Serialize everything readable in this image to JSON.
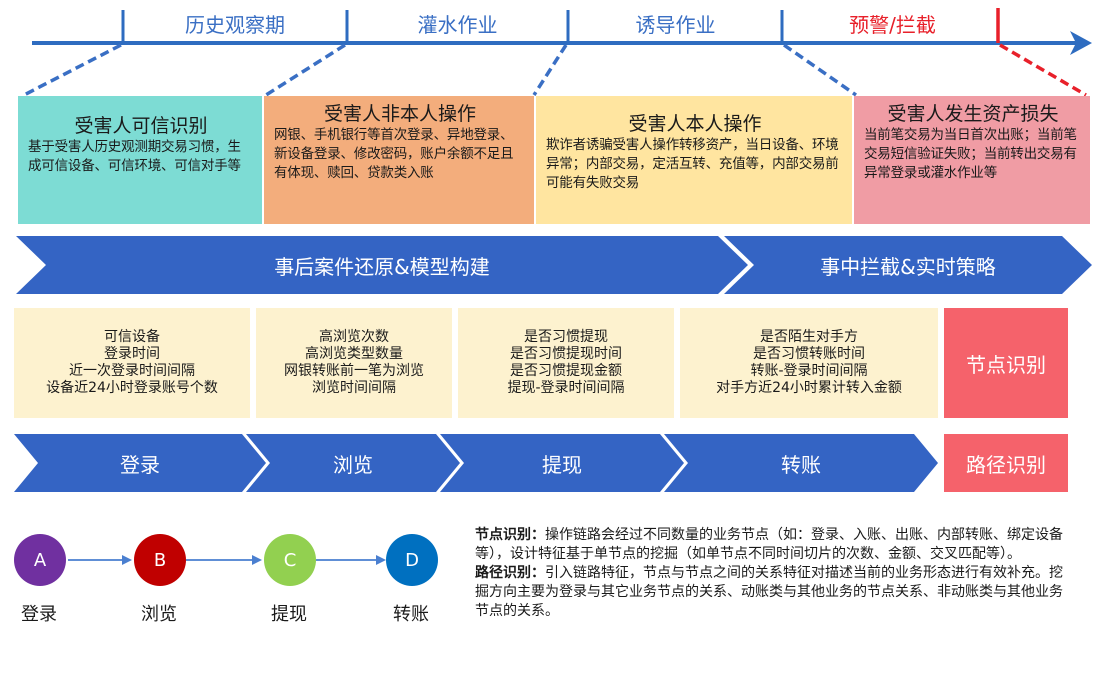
{
  "colors": {
    "timeline_blue": "#2e6cc0",
    "alert_red": "#e8202a",
    "chevron_blue": "#3464c4",
    "stage1_bg": "#7ddcd4",
    "stage2_bg": "#f3ad7c",
    "stage3_bg": "#ffe5a0",
    "stage4_bg": "#f09ca4",
    "feature_bg": "#fdf2cf",
    "red_box": "#f5626b"
  },
  "timeline": {
    "phases": [
      "历史观察期",
      "灌水作业",
      "诱导作业",
      "预警/拦截"
    ]
  },
  "stages": [
    {
      "title": "受害人可信识别",
      "desc": "基于受害人历史观测期交易习惯，生成可信设备、可信环境、可信对手等"
    },
    {
      "title": "受害人非本人操作",
      "desc": "网银、手机银行等首次登录、异地登录、新设备登录、修改密码，账户余额不足且有体现、赎回、贷款类入账"
    },
    {
      "title": "受害人本人操作",
      "desc": "欺诈者诱骗受害人操作转移资产，当日设备、环境异常；内部交易，定活互转、充值等，内部交易前可能有失败交易"
    },
    {
      "title": "受害人发生资产损失",
      "desc": "当前笔交易为当日首次出账；当前笔交易短信验证失败；当前转出交易有异常登录或灌水作业等"
    }
  ],
  "banners": {
    "left": "事后案件还原&模型构建",
    "right": "事中拦截&实时策略"
  },
  "features": [
    [
      "可信设备",
      "登录时间",
      "近一次登录时间间隔",
      "设备近24小时登录账号个数"
    ],
    [
      "高浏览次数",
      "高浏览类型数量",
      "网银转账前一笔为浏览",
      "浏览时间间隔"
    ],
    [
      "是否习惯提现",
      "是否习惯提现时间",
      "是否习惯提现金额",
      "提现-登录时间间隔"
    ],
    [
      "是否陌生对手方",
      "是否习惯转账时间",
      "转账-登录时间间隔",
      "对手方近24小时累计转入金额"
    ]
  ],
  "node_recognition_label": "节点识别",
  "path_recognition_label": "路径识别",
  "steps": [
    "登录",
    "浏览",
    "提现",
    "转账"
  ],
  "nodes": [
    {
      "letter": "A",
      "label": "登录",
      "color": "#7030a0"
    },
    {
      "letter": "B",
      "label": "浏览",
      "color": "#c00000"
    },
    {
      "letter": "C",
      "label": "提现",
      "color": "#92d050"
    },
    {
      "letter": "D",
      "label": "转账",
      "color": "#0070c0"
    }
  ],
  "notes": {
    "node_title": "节点识别：",
    "node_text": "操作链路会经过不同数量的业务节点（如：登录、入账、出账、内部转账、绑定设备等），设计特征基于单节点的挖掘（如单节点不同时间切片的次数、金额、交叉匹配等）。",
    "path_title": "路径识别：",
    "path_text": "引入链路特征，节点与节点之间的关系特征对描述当前的业务形态进行有效补充。挖掘方向主要为登录与其它业务节点的关系、动账类与其他业务的节点关系、非动账类与其他业务节点的关系。"
  }
}
